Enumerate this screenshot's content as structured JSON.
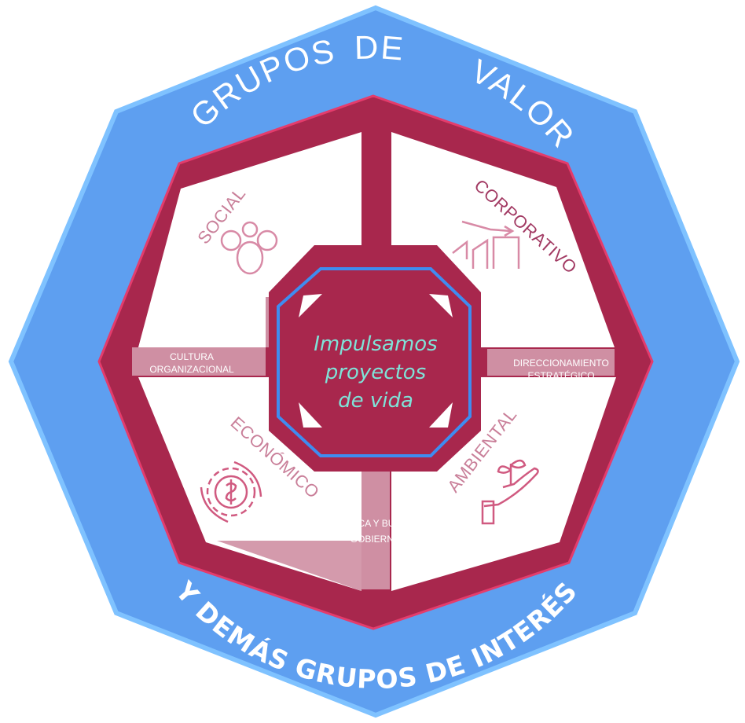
{
  "outer_ring": {
    "top_words": [
      "GRUPOS",
      "DE",
      "VALOR"
    ],
    "bottom_text": "Y DEMÁS GRUPOS DE INTERÉS"
  },
  "quadrants": {
    "social": {
      "label": "SOCIAL",
      "icon": "people-group-icon"
    },
    "corporativo": {
      "label": "CORPORATIVO",
      "icon": "growth-chart-icon"
    },
    "economico": {
      "label": "ECONÓMICO",
      "icon": "money-gear-icon"
    },
    "ambiental": {
      "label": "AMBIENTAL",
      "icon": "plant-in-hand-icon"
    }
  },
  "bands": {
    "left": [
      "CULTURA",
      "ORGANIZACIONAL"
    ],
    "right": [
      "DIRECCIONAMIENTO",
      "ESTRATÉGICO"
    ],
    "bottom": [
      "ÉTICA Y BUEN",
      "GOBIERNO"
    ]
  },
  "center": {
    "lines": [
      "Impulsamos",
      "proyectos",
      "de vida"
    ]
  },
  "colors": {
    "outer_fill": "#5e9ff0",
    "outer_stroke": "#7fc2ff",
    "ring": "#a8274d",
    "ring_edge": "#e43c6c",
    "band": "#cf8fa3",
    "white_panel": "#ffffff",
    "center_text": "#7fe3d8",
    "center_outline": "#3f8cf0"
  }
}
